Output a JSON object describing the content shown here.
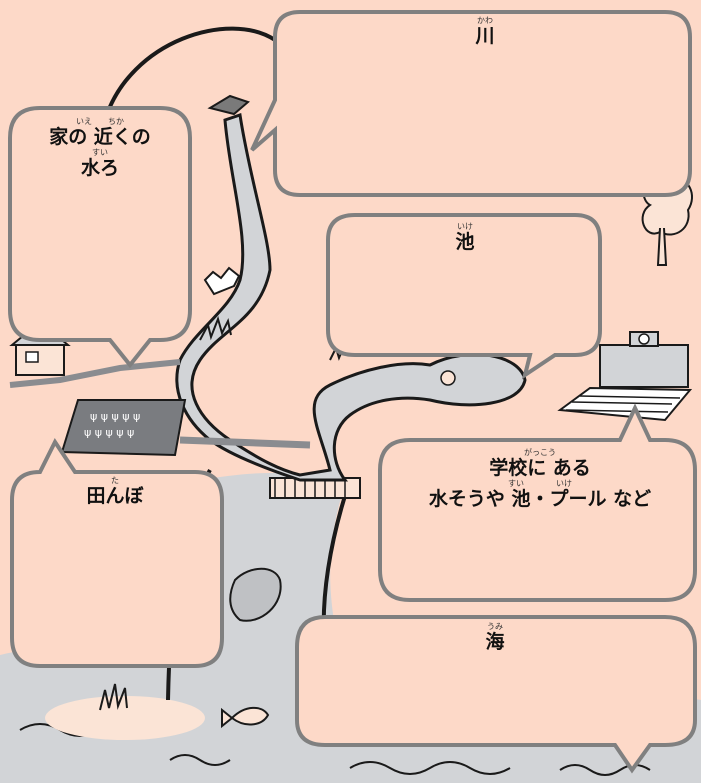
{
  "bubbles": {
    "kawa": {
      "ruby": "かわ",
      "label": "川"
    },
    "suiro": {
      "ruby1": "いえ　　ちか",
      "line1": "家の 近くの",
      "ruby2": "すい",
      "line2": "水ろ"
    },
    "ike": {
      "ruby": "いけ",
      "label": "池"
    },
    "gakko": {
      "ruby1": "がっこう",
      "line1": "学校に ある",
      "ruby2": "すい　　　　いけ",
      "line2": "水そうや 池・プール など"
    },
    "tanbo": {
      "ruby": "た",
      "label": "田んぼ"
    },
    "umi": {
      "ruby": "うみ",
      "label": "海"
    }
  },
  "colors": {
    "background": "#fdd9c8",
    "river": "#d5d7da",
    "outline": "#7a7a7a",
    "ink": "#1a1a1a"
  }
}
